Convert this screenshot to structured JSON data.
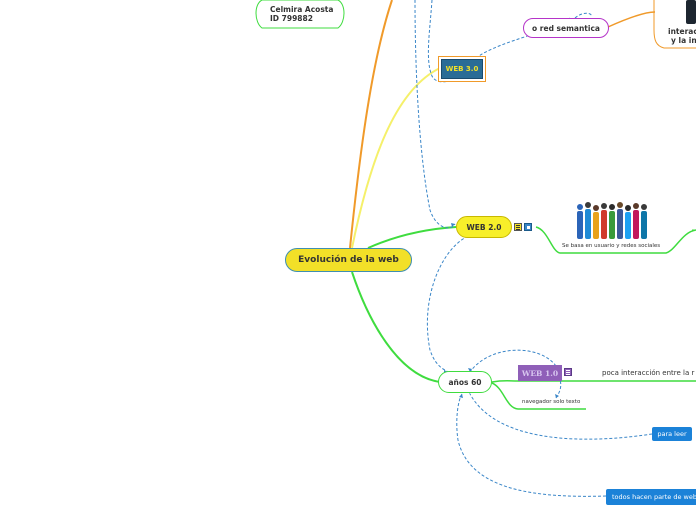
{
  "diagram": {
    "root": "Evolución de la web",
    "author_line1": "Celmira Acosta",
    "author_line2": "ID 799882",
    "web30": {
      "label": "WEB 3.0",
      "child": "o red semantica",
      "cut_line1": "interac",
      "cut_line2": "y la inf"
    },
    "web20": {
      "label": "WEB 2.0",
      "image_caption": "Se basa en usuario y redes sociales"
    },
    "anos60": {
      "label": "años 60",
      "web10": "WEB 1.0",
      "web10_note": "navegador solo texto",
      "branch_text": "poca interacción entre  la r",
      "tag_leer": "para leer",
      "tag_todos": "todos hacen parte de web"
    },
    "colors": {
      "root_fill": "#f2e028",
      "root_border": "#3f8fb0",
      "yellow": "#f5f06a",
      "green": "#3fdc3f",
      "orange": "#f09a2a",
      "purple": "#b534c9",
      "dashed": "#3a86c8",
      "web10_fill": "#8f5fb8",
      "tag_fill": "#1b82d8"
    }
  }
}
